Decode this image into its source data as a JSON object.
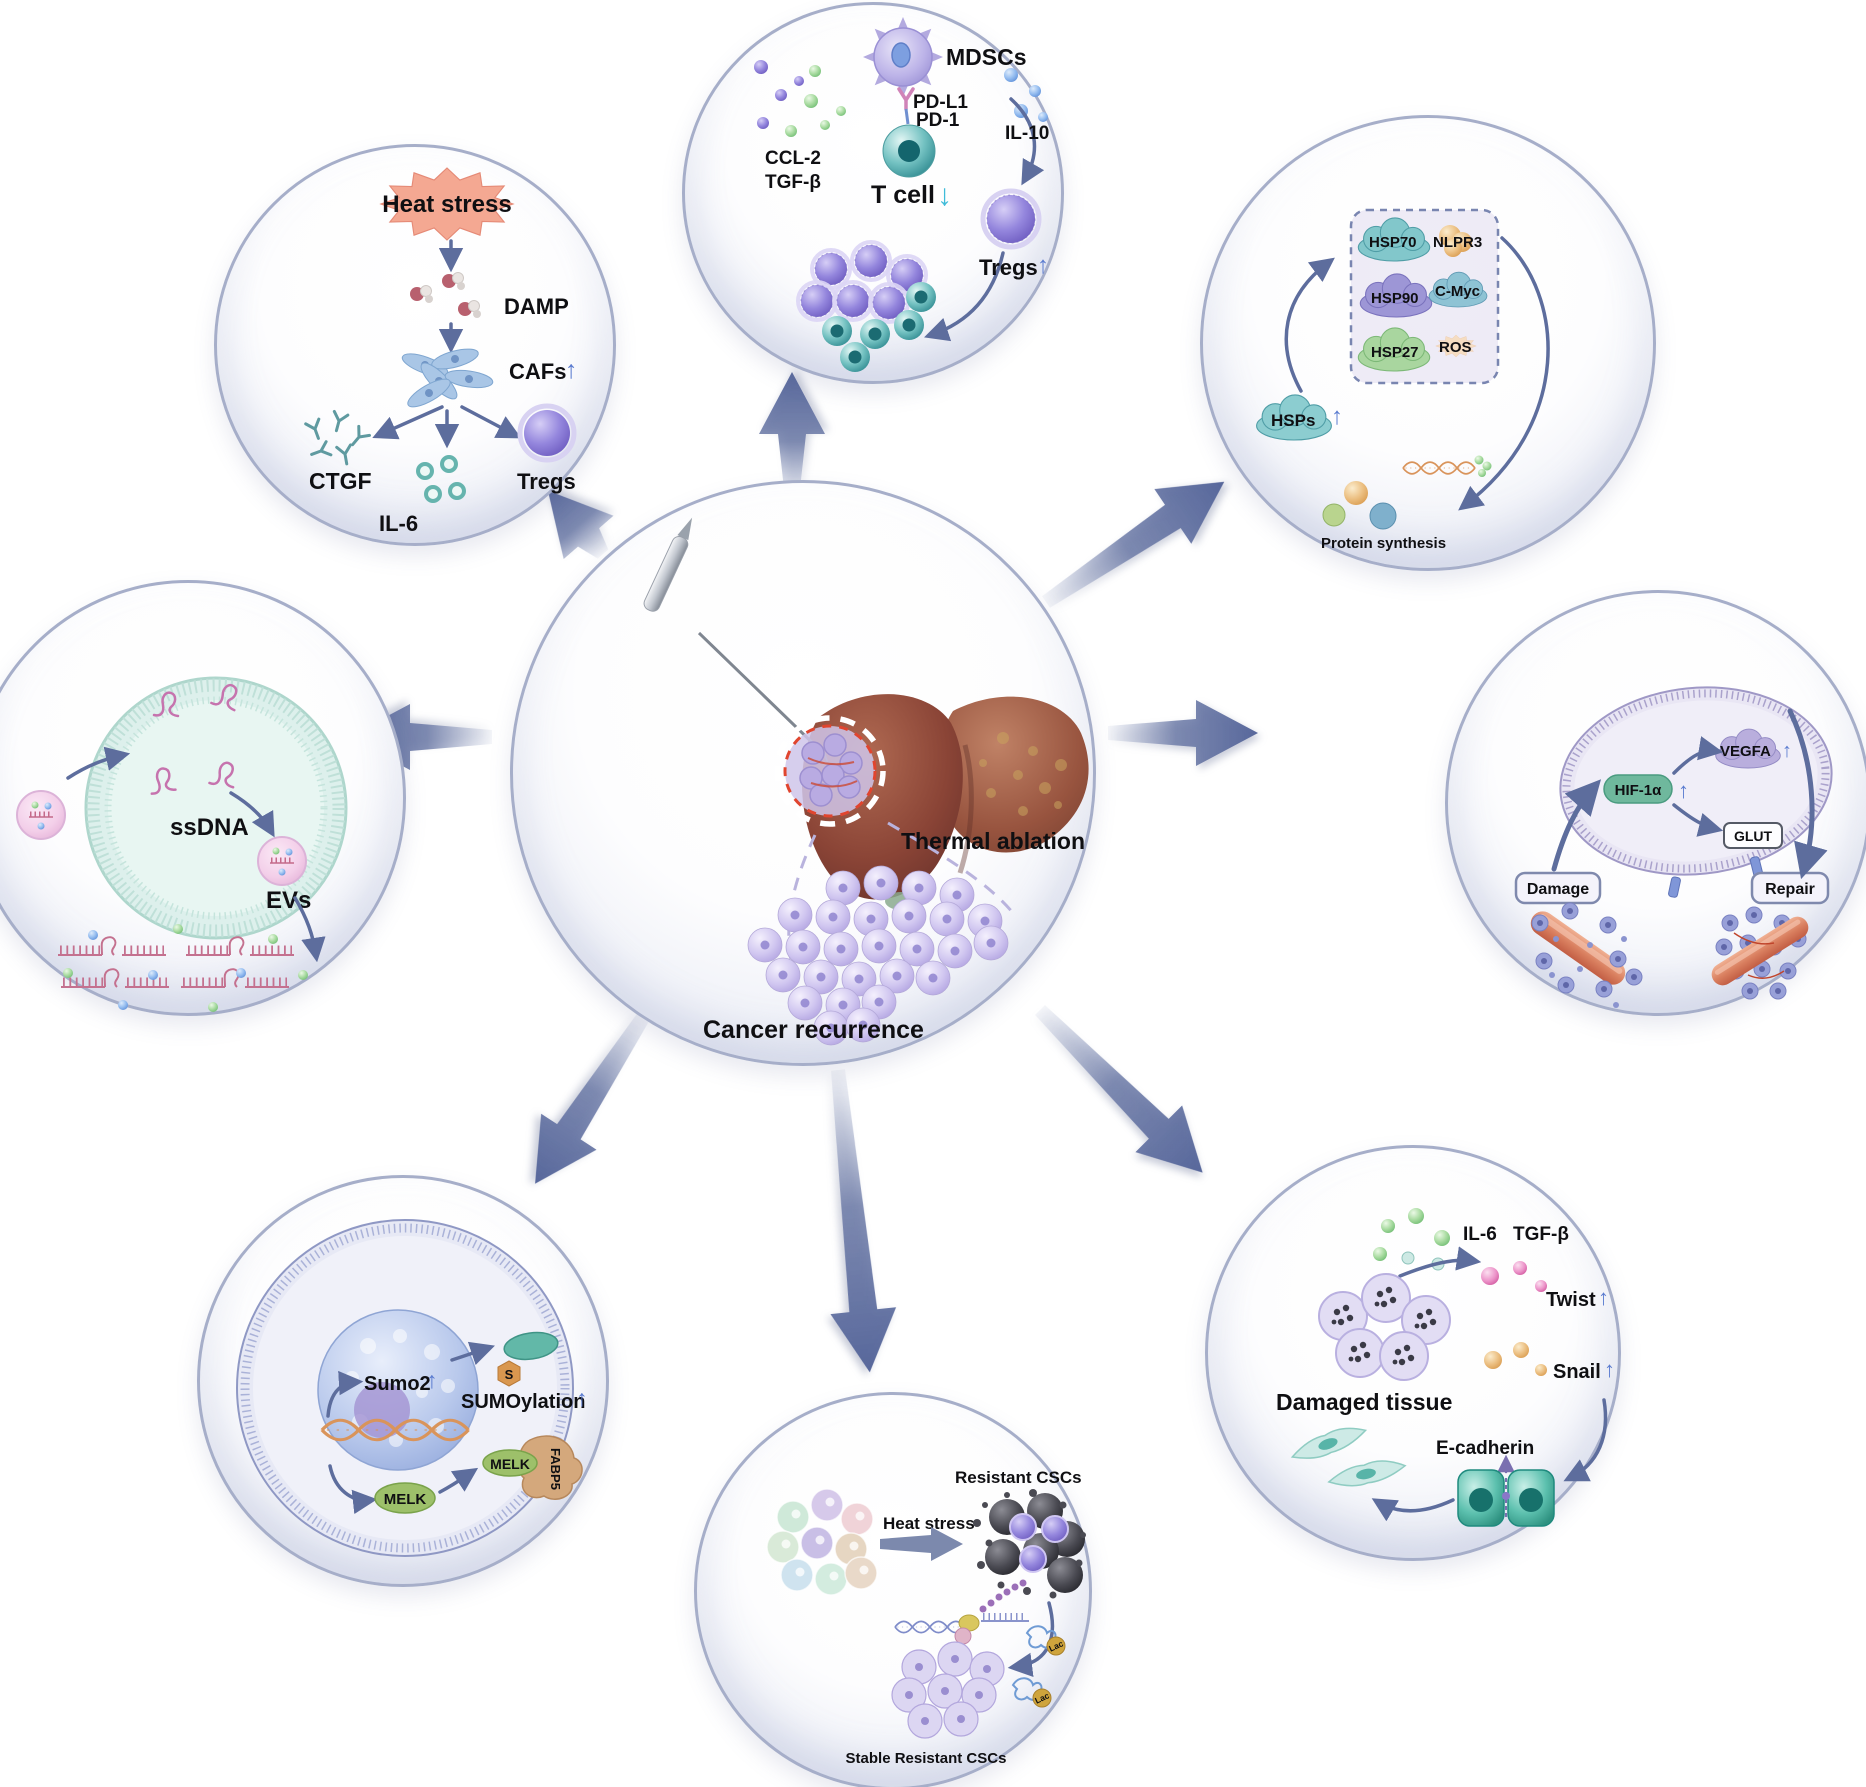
{
  "icons": {
    "up": "↑",
    "down": "↓"
  },
  "center": {
    "title": "Thermal ablation",
    "caption": "Cancer recurrence"
  },
  "immune": {
    "mdscs": "MDSCs",
    "pdl1": "PD-L1",
    "pd1": "PD-1",
    "ccl2": "CCL-2",
    "tgfb": "TGF-β",
    "tcell": "T cell",
    "il10": "IL-10",
    "tregs": "Tregs"
  },
  "heat": {
    "title": "Heat stress",
    "damp": "DAMP",
    "cafs": "CAFs",
    "ctgf": "CTGF",
    "il6": "IL-6",
    "tregs": "Tregs"
  },
  "hsp": {
    "hsp70": "HSP70",
    "nlpr3": "NLPR3",
    "hsp90": "HSP90",
    "cmyc": "C-Myc",
    "hsp27": "HSP27",
    "ros": "ROS",
    "hsps": "HSPs",
    "protein": "Protein synthesis"
  },
  "evs": {
    "ssdna": "ssDNA",
    "evs": "EVs"
  },
  "hif": {
    "hif1a": "HIF-1α",
    "vegfa": "VEGFA",
    "glut": "GLUT",
    "damage": "Damage",
    "repair": "Repair"
  },
  "sumo": {
    "sumo2": "Sumo2",
    "s": "S",
    "sumoylation": "SUMOylation",
    "melk": "MELK",
    "fabp5": "FABP5"
  },
  "cscs": {
    "heat": "Heat stress",
    "resistant": "Resistant CSCs",
    "stable": "Stable Resistant CSCs",
    "lac": "Lac"
  },
  "emt": {
    "il6": "IL-6",
    "tgfb": "TGF-β",
    "twist": "Twist",
    "snail": "Snail",
    "ecad": "E-cadherin",
    "damaged": "Damaged tissue"
  }
}
